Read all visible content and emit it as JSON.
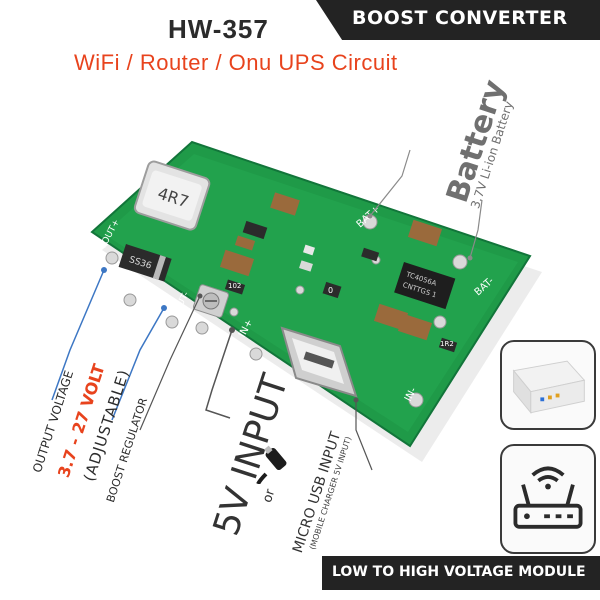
{
  "header": {
    "model": "HW-357",
    "subtitle": "WiFi / Router / Onu UPS Circuit",
    "banner": "BOOST CONVERTER"
  },
  "footer": {
    "banner": "LOW TO HIGH VOLTAGE MODULE"
  },
  "battery": {
    "title": "Battery",
    "subtitle": "3.7V Li-ion Battery"
  },
  "output": {
    "label": "OUTPUT VOLTAGE",
    "range": "3.7 - 27 VOLT",
    "note": "(ADJUSTABLE)"
  },
  "regulator": {
    "label": "BOOST REGULATOR"
  },
  "input": {
    "label": "5V INPUT",
    "or": "or",
    "usb_label": "MICRO USB INPUT",
    "usb_sub": "(MOBILE CHARGER 5V INPUT)"
  },
  "board_silkscreen": {
    "inductor": "4R7",
    "diode": "SS36",
    "vout_plus": "VOUT+",
    "vout_minus": "VOUT-",
    "in_plus": "IN+",
    "in_minus": "IN-",
    "bat_plus": "BAT+",
    "bat_minus": "BAT-",
    "chip": "TC4056A",
    "chip_code": "CNTTGS 1",
    "resistor_a": "102",
    "resistor_b": "1R2",
    "resistor_c": "0"
  },
  "colors": {
    "accent": "#e8431d",
    "banner_bg": "#232323",
    "pcb_green": "#1f9a48",
    "callout_line": "#3d77c4"
  },
  "icons": [
    "microusb-cable-icon",
    "ups-device-icon",
    "wifi-router-icon"
  ]
}
